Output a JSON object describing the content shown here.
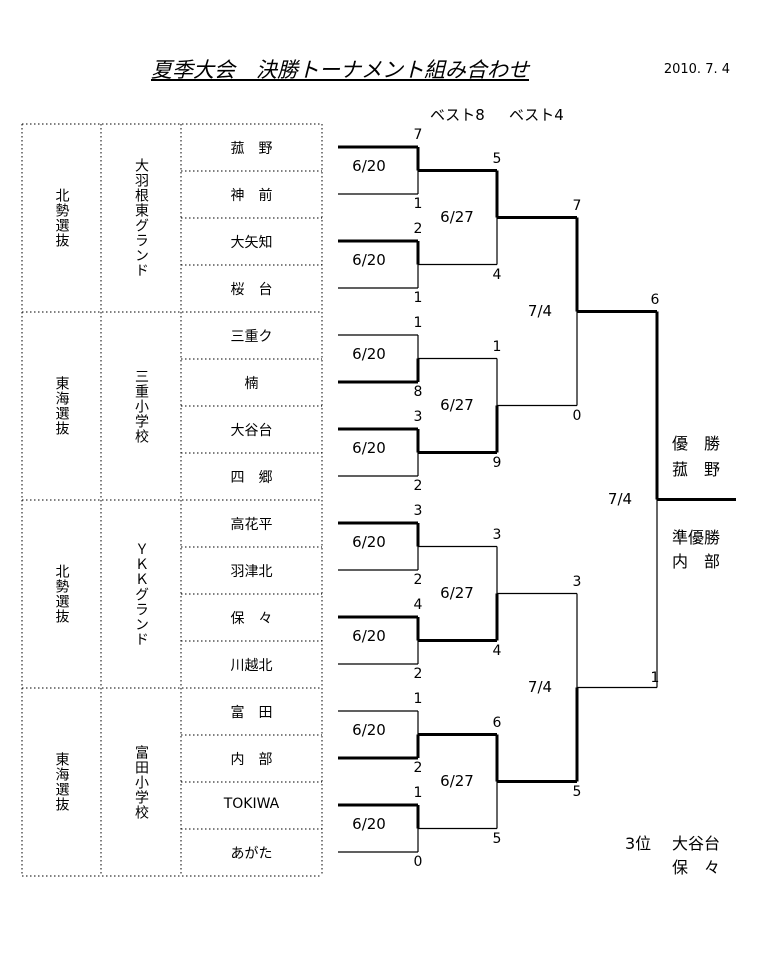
{
  "title": "夏季大会　決勝トーナメント組み合わせ",
  "date": "2010. 7. 4",
  "headers": {
    "best8": "ベスト8",
    "best4": "ベスト4"
  },
  "groups": [
    {
      "region": "北勢選抜",
      "team": "大羽根東グランド"
    },
    {
      "region": "東海選抜",
      "team": "三重小学校"
    },
    {
      "region": "北勢選抜",
      "team": "ＹＫＫグランド"
    },
    {
      "region": "東海選抜",
      "team": "富田小学校"
    }
  ],
  "schools": [
    "菰　野",
    "神　前",
    "大矢知",
    "桜　台",
    "三重ク",
    "楠",
    "大谷台",
    "四　郷",
    "高花平",
    "羽津北",
    "保　々",
    "川越北",
    "富　田",
    "内　部",
    "TOKIWA",
    "あがた"
  ],
  "round1": {
    "date": "6/20",
    "scores": [
      [
        7,
        1
      ],
      [
        2,
        1
      ],
      [
        1,
        8
      ],
      [
        3,
        2
      ],
      [
        3,
        2
      ],
      [
        4,
        2
      ],
      [
        1,
        2
      ],
      [
        1,
        0
      ]
    ]
  },
  "round2": {
    "date": "6/27",
    "scores": [
      [
        5,
        4
      ],
      [
        1,
        9
      ],
      [
        3,
        4
      ],
      [
        6,
        5
      ]
    ]
  },
  "semifinal": {
    "date": "7/4",
    "scores": [
      [
        7,
        0
      ],
      [
        3,
        5
      ]
    ]
  },
  "final": {
    "date": "7/4",
    "scores": [
      6,
      1
    ]
  },
  "results": {
    "champion_label": "優　勝",
    "champion": "菰　野",
    "runner_up_label": "準優勝",
    "runner_up": "内　部",
    "third_label": "3位",
    "third_1": "大谷台",
    "third_2": "保　々"
  }
}
